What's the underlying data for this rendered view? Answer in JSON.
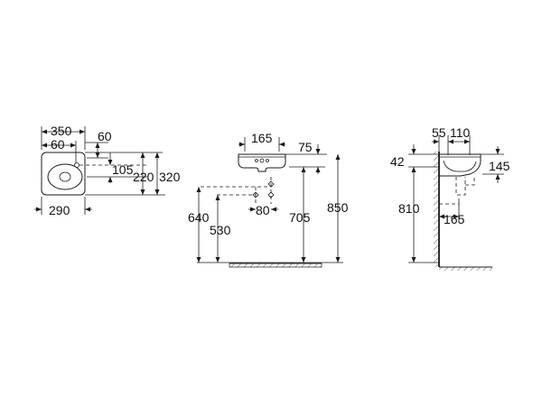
{
  "diagram": {
    "plan": {
      "width_350": "350",
      "offset_60_top": "60",
      "offset_60_right": "60",
      "dim_105": "105",
      "dim_220": "220",
      "dim_320": "320",
      "width_290": "290"
    },
    "front": {
      "dim_165": "165",
      "dim_75": "75",
      "dim_80": "80",
      "dim_640": "640",
      "dim_530": "530",
      "dim_705": "705",
      "dim_850": "850"
    },
    "side": {
      "dim_55": "55",
      "dim_110": "110",
      "dim_42": "42",
      "dim_145": "145",
      "dim_810": "810",
      "dim_165": "165"
    }
  }
}
